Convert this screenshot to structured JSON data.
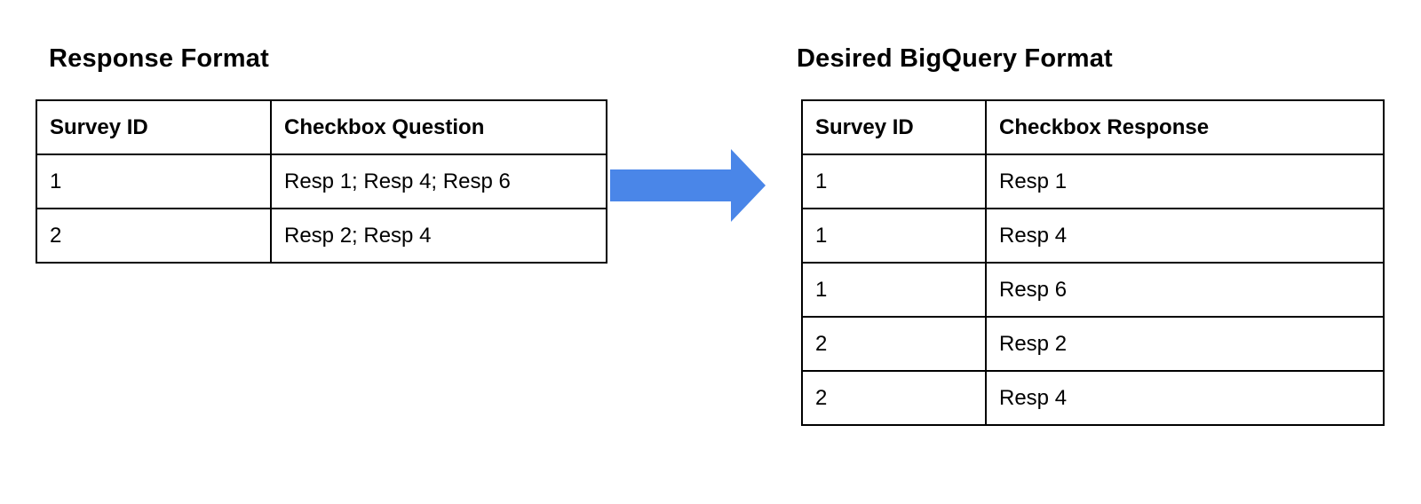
{
  "page": {
    "background_color": "#ffffff",
    "text_color": "#000000"
  },
  "left_panel": {
    "title": "Response Format",
    "table": {
      "headers": [
        "Survey ID",
        "Checkbox Question"
      ],
      "rows": [
        [
          "1",
          "Resp 1; Resp 4; Resp 6"
        ],
        [
          "2",
          "Resp 2; Resp 4"
        ]
      ]
    }
  },
  "arrow": {
    "icon": "right-arrow-icon",
    "color": "#4a86e8"
  },
  "right_panel": {
    "title": "Desired BigQuery Format",
    "table": {
      "headers": [
        "Survey ID",
        "Checkbox Response"
      ],
      "rows": [
        [
          "1",
          "Resp 1"
        ],
        [
          "1",
          "Resp 4"
        ],
        [
          "1",
          "Resp 6"
        ],
        [
          "2",
          "Resp 2"
        ],
        [
          "2",
          "Resp 4"
        ]
      ]
    }
  }
}
